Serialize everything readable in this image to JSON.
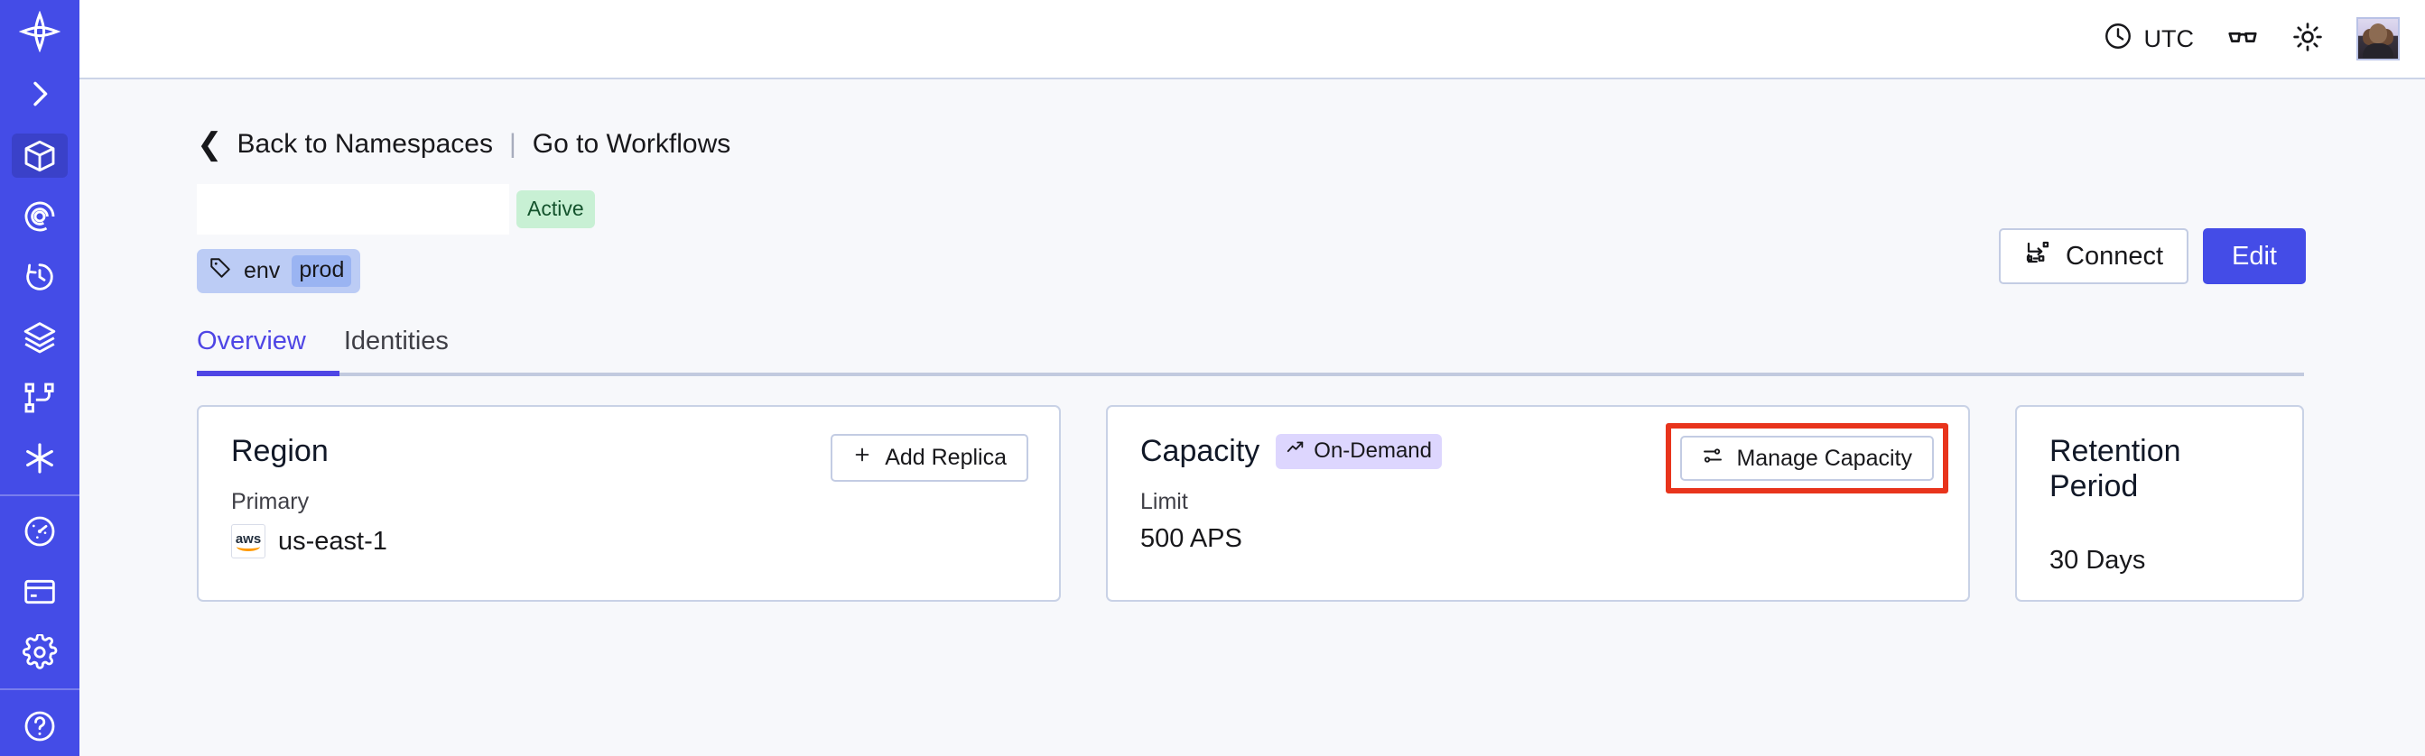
{
  "sidebar": {
    "logo_icon": "temporal-logo-icon",
    "collapse_icon": "chevron-right-icon",
    "items": [
      {
        "name": "namespaces",
        "icon": "cube-icon",
        "active": true
      },
      {
        "name": "observability",
        "icon": "eye-spiral-icon",
        "active": false
      },
      {
        "name": "schedules",
        "icon": "clock-history-icon",
        "active": false
      },
      {
        "name": "batch-operations",
        "icon": "layers-icon",
        "active": false
      },
      {
        "name": "nexus",
        "icon": "git-branch-icon",
        "active": false
      },
      {
        "name": "integrations",
        "icon": "asterisk-icon",
        "active": false
      },
      {
        "name": "usage",
        "icon": "gauge-icon",
        "active": false
      },
      {
        "name": "billing",
        "icon": "credit-card-icon",
        "active": false
      },
      {
        "name": "settings",
        "icon": "gear-icon",
        "active": false
      }
    ]
  },
  "header": {
    "timezone_label": "UTC",
    "clock_icon": "clock-icon",
    "glasses_icon": "glasses-icon",
    "theme_icon": "sun-icon",
    "avatar_icon": "user-avatar"
  },
  "breadcrumb": {
    "back_icon": "chevron-left-icon",
    "back_label": "Back to Namespaces",
    "separator": "|",
    "forward_label": "Go to Workflows"
  },
  "namespace": {
    "name": "",
    "status_badge": "Active",
    "tag_icon": "tag-icon",
    "tag_key": "env",
    "tag_value": "prod"
  },
  "actions": {
    "connect_label": "Connect",
    "connect_icon": "connect-icon",
    "edit_label": "Edit"
  },
  "tabs": [
    {
      "label": "Overview",
      "active": true
    },
    {
      "label": "Identities",
      "active": false
    }
  ],
  "cards": {
    "region": {
      "title": "Region",
      "action_label": "Add Replica",
      "action_icon": "plus-icon",
      "label": "Primary",
      "provider_icon": "aws-logo",
      "value": "us-east-1"
    },
    "capacity": {
      "title": "Capacity",
      "badge_label": "On-Demand",
      "badge_icon": "trend-up-icon",
      "action_label": "Manage Capacity",
      "action_icon": "sliders-icon",
      "label": "Limit",
      "value": "500 APS",
      "annotation_color": "#e8341c"
    },
    "retention": {
      "title": "Retention Period",
      "value": "30 Days"
    }
  },
  "colors": {
    "brand": "#444ce7",
    "accent": "#4f46e5",
    "page_bg": "#f7f8fb",
    "status_active_bg": "#c8f0d4",
    "tag_bg": "#bcccf5",
    "badge_ondemand_bg": "#ddd6fe",
    "annotation": "#e8341c"
  }
}
